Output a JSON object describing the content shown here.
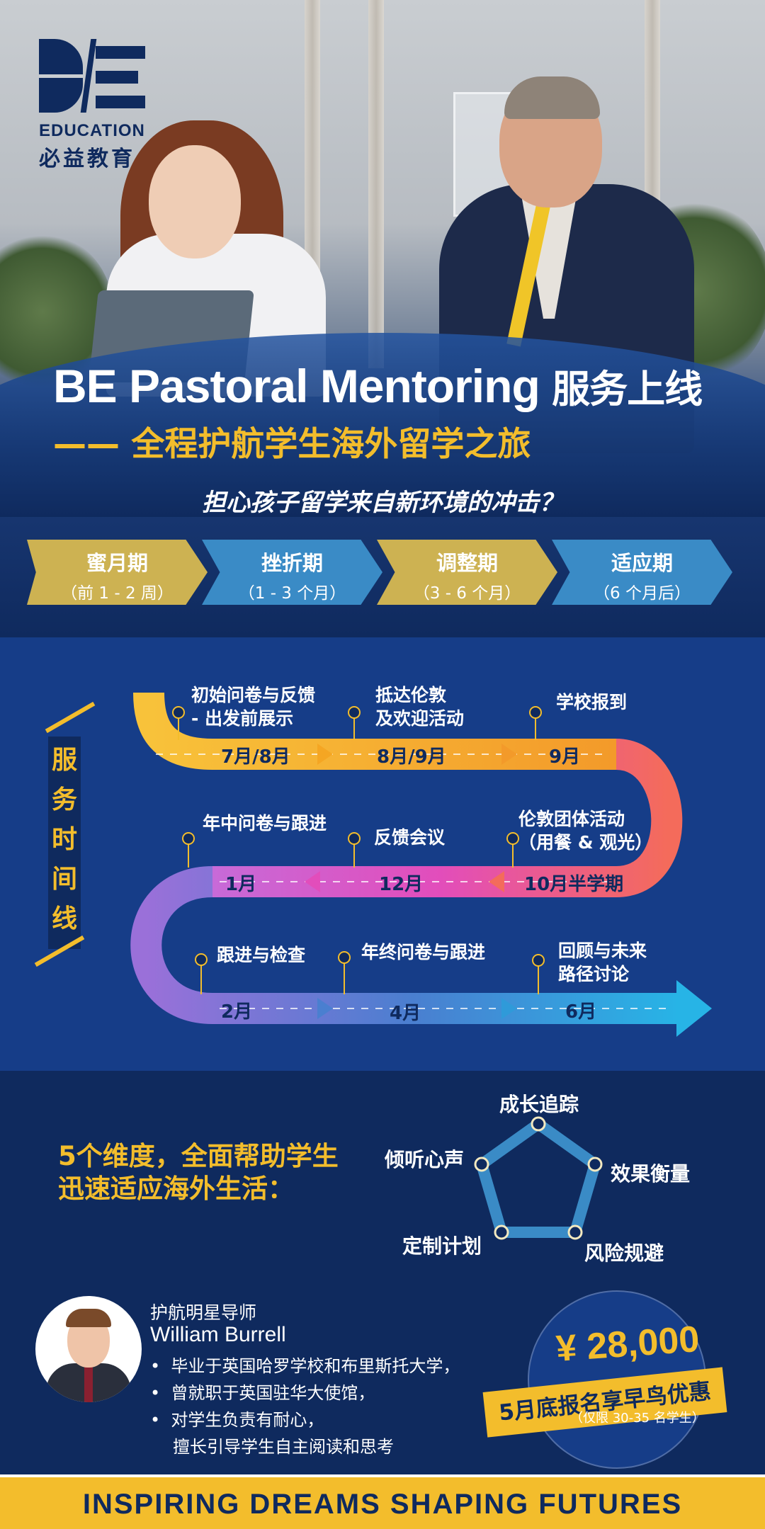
{
  "brand": {
    "logo_en": "EDUCATION",
    "logo_cn": "必益教育"
  },
  "hero": {
    "title_en": "BE Pastoral Mentoring",
    "title_cn": "服务上线",
    "subtitle": "—— 全程护航学生海外留学之旅",
    "question": "担心孩子留学来自新环境的冲击？"
  },
  "phases": [
    {
      "name": "蜜月期",
      "duration": "（前 1 - 2 周）"
    },
    {
      "name": "挫折期",
      "duration": "（1 - 3 个月）"
    },
    {
      "name": "调整期",
      "duration": "（3 - 6 个月）"
    },
    {
      "name": "适应期",
      "duration": "（6 个月后）"
    }
  ],
  "timeline": {
    "tag": [
      "服",
      "务",
      "时",
      "间",
      "线"
    ],
    "row1": [
      {
        "event1": "初始问卷与反馈",
        "event2": "- 出发前展示",
        "month": "7月/8月"
      },
      {
        "event1": "抵达伦敦",
        "event2": "及欢迎活动",
        "month": "8月/9月"
      },
      {
        "event1": "学校报到",
        "event2": "",
        "month": "9月"
      }
    ],
    "row2": [
      {
        "event1": "年中问卷与跟进",
        "event2": "",
        "month": "1月"
      },
      {
        "event1": "反馈会议",
        "event2": "",
        "month": "12月"
      },
      {
        "event1": "伦敦团体活动",
        "event2": "（用餐 & 观光）",
        "month": "10月半学期"
      }
    ],
    "row3": [
      {
        "event1": "跟进与检查",
        "event2": "",
        "month": "2月"
      },
      {
        "event1": "年终问卷与跟进",
        "event2": "",
        "month": "4月"
      },
      {
        "event1": "回顾与未来",
        "event2": "路径讨论",
        "month": "6月"
      }
    ]
  },
  "dimensions": {
    "heading1": "5个维度，全面帮助学生",
    "heading2": "迅速适应海外生活：",
    "items": [
      "成长追踪",
      "效果衡量",
      "风险规避",
      "定制计划",
      "倾听心声"
    ]
  },
  "mentor": {
    "role": "护航明星导师",
    "name": "William Burrell",
    "bullets": [
      "毕业于英国哈罗学校和布里斯托大学，",
      "曾就职于英国驻华大使馆，",
      "对学生负责有耐心，",
      "擅长引导学生自主阅读和思考"
    ]
  },
  "offer": {
    "price": "¥ 28,000",
    "ribbon": "5月底报名享早鸟优惠",
    "limit": "（仅限 30-35 名学生）"
  },
  "footer": {
    "slogan": "INSPIRING DREAMS SHAPING FUTURES"
  },
  "colors": {
    "navy": "#0f2a5e",
    "gold": "#f3bd2c",
    "blue": "#3a8bc6",
    "timeline_bg": "#163d88"
  }
}
